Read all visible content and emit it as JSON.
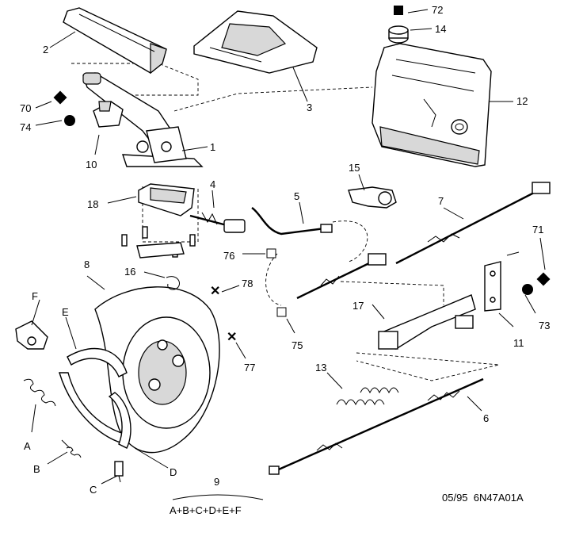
{
  "labels": {
    "l1": "1",
    "l2": "2",
    "l3": "3",
    "l4": "4",
    "l5": "5",
    "l6": "6",
    "l7": "7",
    "l8": "8",
    "l9": "9",
    "l10": "10",
    "l11": "11",
    "l12": "12",
    "l13": "13",
    "l14": "14",
    "l15": "15",
    "l16": "16",
    "l17": "17",
    "l18": "18",
    "l70": "70",
    "l71": "71",
    "l72": "72",
    "l73": "73",
    "l74": "74",
    "l75": "75",
    "l76": "76",
    "l77": "77",
    "l78": "78",
    "lA": "A",
    "lB": "B",
    "lC": "C",
    "lD": "D",
    "lE": "E",
    "lF": "F"
  },
  "kit_formula": "A+B+C+D+E+F",
  "reference": "05/95  6N47A01A"
}
